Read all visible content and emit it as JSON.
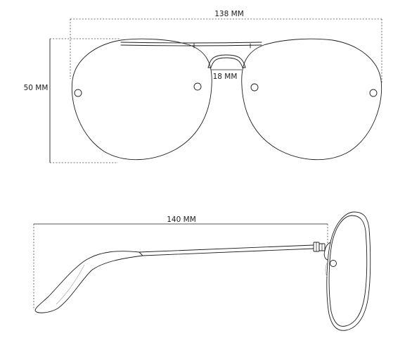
{
  "front_view": {
    "total_width_label": "138 MM",
    "lens_height_label": "50 MM",
    "bridge_label": "18 MM"
  },
  "side_view": {
    "temple_length_label": "140 MM"
  }
}
